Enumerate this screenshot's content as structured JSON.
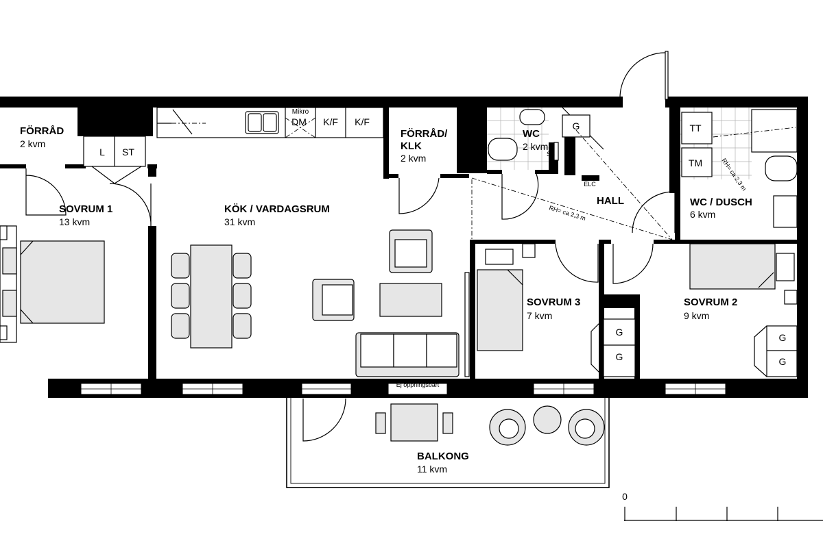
{
  "rooms": {
    "forrad1": {
      "name": "FÖRRÅD",
      "area": "2 kvm"
    },
    "sovrum1": {
      "name": "SOVRUM 1",
      "area": "13 kvm"
    },
    "kok": {
      "name": "KÖK / VARDAGSRUM",
      "area": "31 kvm"
    },
    "forrad2": {
      "name_line1": "FÖRRÅD/",
      "name_line2": "KLK",
      "area": "2 kvm"
    },
    "wc": {
      "name": "WC",
      "area": "2 kvm"
    },
    "hall": {
      "name": "HALL"
    },
    "wcdusch": {
      "name": "WC / DUSCH",
      "area": "6 kvm"
    },
    "sovrum3": {
      "name": "SOVRUM 3",
      "area": "7 kvm"
    },
    "sovrum2": {
      "name": "SOVRUM 2",
      "area": "9 kvm"
    },
    "balkong": {
      "name": "BALKONG",
      "area": "11 kvm"
    }
  },
  "labels": {
    "linen": "L",
    "storage": "ST",
    "micro": "Mikro",
    "dishwasher": "DM",
    "fridge1": "K/F",
    "fridge2": "K/F",
    "wardrobe_hall": "G",
    "wardrobe_s3_a": "G",
    "wardrobe_s3_b": "G",
    "wardrobe_s2_a": "G",
    "wardrobe_s2_b": "G",
    "washer": "TT",
    "dryer": "TM",
    "elc": "ELC",
    "ss": "SS",
    "rh_hall": "RH= ca 2,3 m",
    "rh_bath": "RH= ca 2,3 m",
    "window_note": "Ej öppningsbart",
    "scale_zero": "0"
  }
}
